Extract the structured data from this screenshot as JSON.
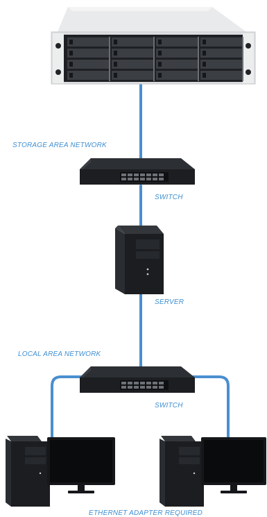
{
  "labels": {
    "san": "STORAGE AREA NETWORK",
    "switch_top": "SWITCH",
    "server": "SERVER",
    "lan": "LOCAL AREA NETWORK",
    "switch_bottom": "SWITCH",
    "footer": "ETHERNET ADAPTER REQUIRED"
  },
  "colors": {
    "cable": "#4a8fcf",
    "label": "#3f8fd2",
    "device_dark": "#1b1d20",
    "chassis": "#dcdde0"
  },
  "icons": [
    "storage-rack-icon",
    "network-switch-icon",
    "tower-server-icon",
    "desktop-computer-icon"
  ]
}
